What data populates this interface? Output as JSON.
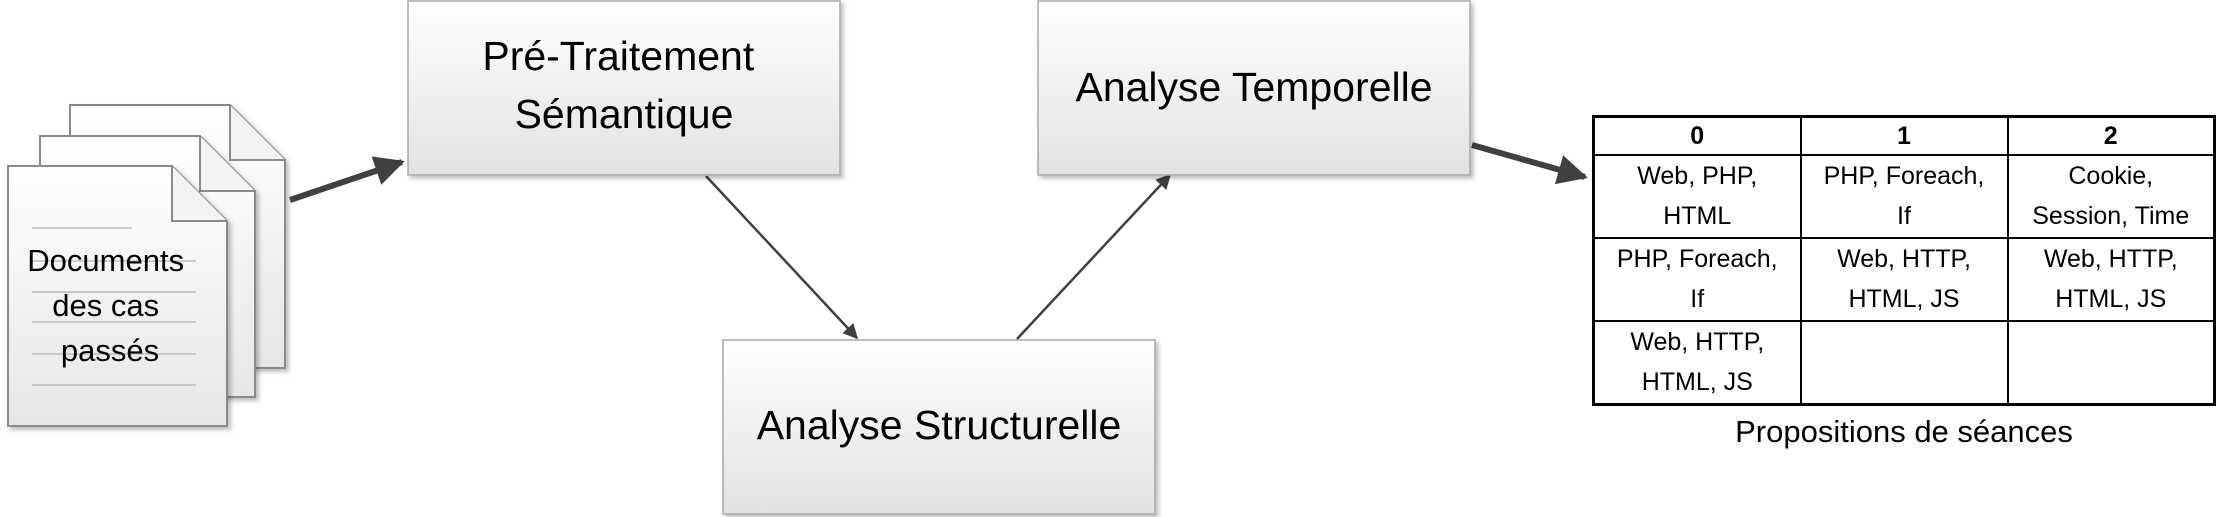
{
  "documents": {
    "label_lines": [
      "Documents",
      "des cas",
      "passés"
    ],
    "icon": "document-stack-icon"
  },
  "nodes": {
    "pretraitement": {
      "lines": [
        "Pré-Traitement",
        "Sémantique"
      ]
    },
    "structurelle": {
      "lines": [
        "Analyse Structurelle"
      ]
    },
    "temporelle": {
      "lines": [
        "Analyse Temporelle"
      ]
    }
  },
  "table": {
    "headers": [
      "0",
      "1",
      "2"
    ],
    "rows": [
      [
        "Web, PHP,\nHTML",
        "PHP, Foreach,\nIf",
        "Cookie,\nSession, Time"
      ],
      [
        "PHP, Foreach,\nIf",
        "Web, HTTP,\nHTML, JS",
        "Web, HTTP,\nHTML, JS"
      ],
      [
        "Web, HTTP,\nHTML, JS",
        "",
        ""
      ]
    ],
    "caption": "Propositions de séances"
  },
  "colors": {
    "box_fill_top": "#ffffff",
    "box_fill_bottom": "#e4e4e4",
    "box_border": "#a8a8a8",
    "arrow": "#404040"
  }
}
